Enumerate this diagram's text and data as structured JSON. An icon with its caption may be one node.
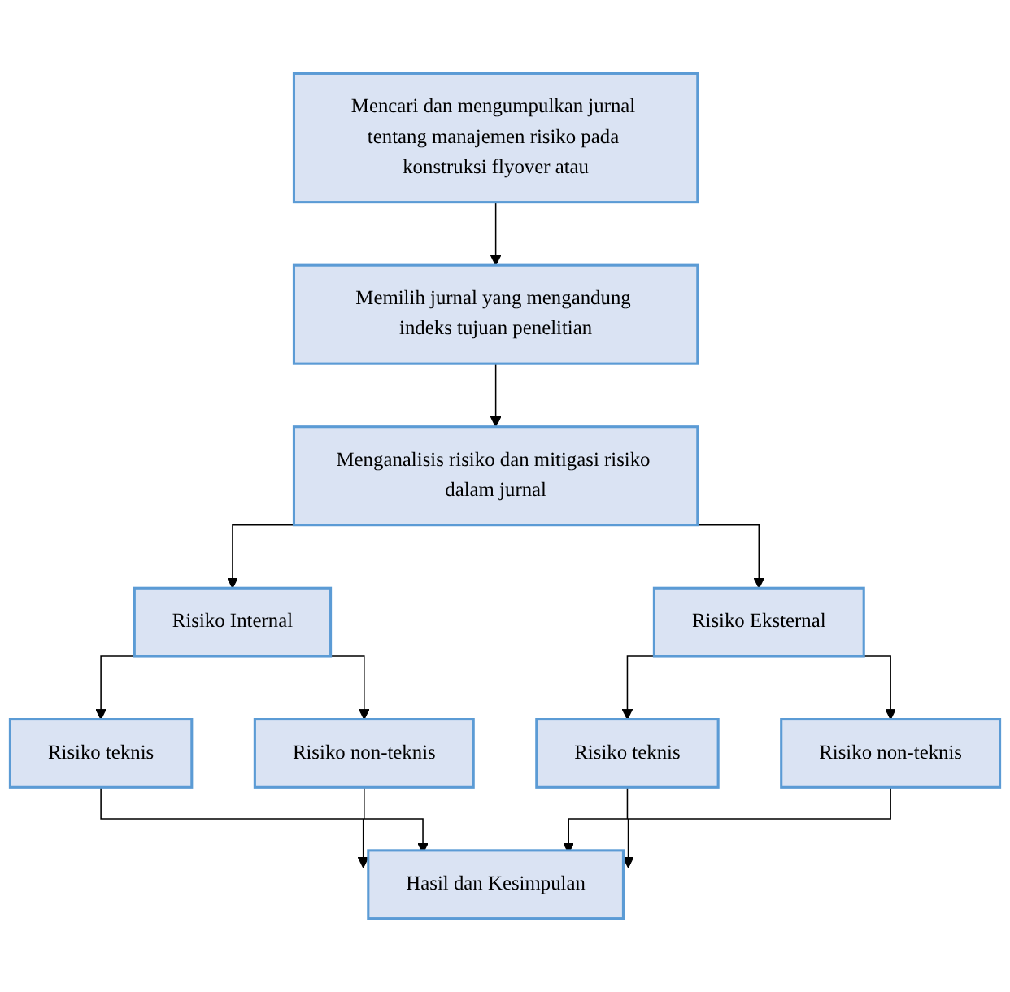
{
  "diagram": {
    "nodes": [
      {
        "text": [
          "Mencari dan mengumpulkan jurnal tentang manajemen risiko pada konstruksi flyover atau"
        ]
      },
      {
        "text": [
          "Memilih jurnal yang mengandung indeks tujuan penelitian"
        ]
      },
      {
        "text": [
          "Menganalisis risiko dan mitigasi risiko dalam jurnal"
        ]
      },
      {
        "text": [
          "Risiko Internal"
        ]
      },
      {
        "text": [
          "Risiko Eksternal"
        ]
      },
      {
        "text": [
          "Risiko teknis"
        ]
      },
      {
        "text": [
          "Risiko non-teknis"
        ]
      },
      {
        "text": [
          "Risiko teknis"
        ]
      },
      {
        "text": [
          "Risiko non-teknis"
        ]
      },
      {
        "text": [
          "Hasil dan Kesimpulan"
        ]
      }
    ],
    "edges": [
      {
        "from": 0,
        "to": 1,
        "arrow": "to"
      },
      {
        "from": 1,
        "to": 2,
        "arrow": "to"
      },
      {
        "from": 2,
        "to": 3,
        "arrow": "to"
      },
      {
        "from": 2,
        "to": 4,
        "arrow": "to"
      },
      {
        "from": 3,
        "to": 5,
        "arrow": "to"
      },
      {
        "from": 3,
        "to": 6,
        "arrow": "to"
      },
      {
        "from": 4,
        "to": 7,
        "arrow": "to"
      },
      {
        "from": 4,
        "to": 8,
        "arrow": "to"
      },
      {
        "from": 5,
        "to": 9,
        "arrow": "to"
      },
      {
        "from": 6,
        "to": 9,
        "arrow": "to"
      },
      {
        "from": 7,
        "to": 9,
        "arrow": "to"
      },
      {
        "from": 8,
        "to": 9,
        "arrow": "to"
      }
    ]
  }
}
